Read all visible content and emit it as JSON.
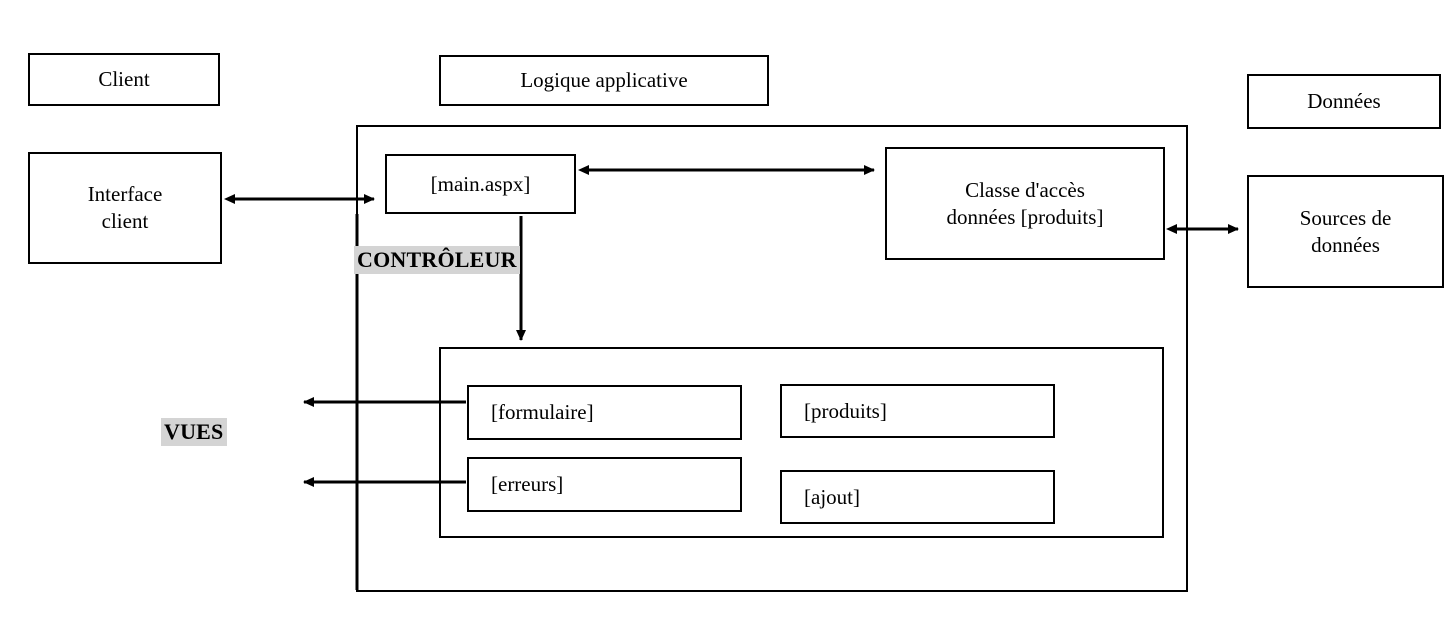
{
  "diagram": {
    "title_boxes": {
      "client": "Client",
      "logic": "Logique applicative",
      "data": "Données"
    },
    "nodes": {
      "interface_client": "Interface\nclient",
      "main_aspx": "[main.aspx]",
      "data_access": "Classe d'accès\ndonnées [produits]",
      "data_sources": "Sources de\ndonnées",
      "view_formulaire": "[formulaire]",
      "view_erreurs": "[erreurs]",
      "view_produits": "[produits]",
      "view_ajout": "[ajout]"
    },
    "section_labels": {
      "controller": "CONTRÔLEUR",
      "views": "VUES"
    },
    "colors": {
      "stroke": "#000000",
      "background": "#ffffff",
      "label_highlight": "#d4d4d4"
    }
  }
}
